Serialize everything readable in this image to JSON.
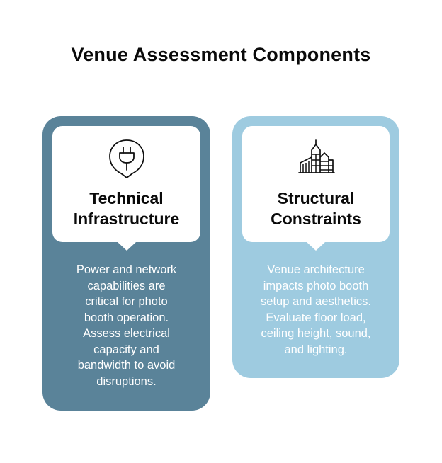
{
  "title": "Venue Assessment Components",
  "cards": [
    {
      "heading": [
        "Technical",
        "Infrastructure"
      ],
      "icon": "power-plug-pin-icon",
      "color": "#5a8399",
      "lines": [
        "Power and network",
        "capabilities are",
        "critical for photo",
        "booth operation.",
        "Assess electrical",
        "capacity and",
        "bandwidth to avoid",
        "disruptions."
      ]
    },
    {
      "heading": [
        "Structural",
        "Constraints"
      ],
      "icon": "buildings-icon",
      "color": "#9ecbe0",
      "lines": [
        "Venue architecture",
        "impacts photo booth",
        "setup and aesthetics.",
        "Evaluate floor load,",
        "ceiling height, sound,",
        "and lighting."
      ]
    }
  ]
}
